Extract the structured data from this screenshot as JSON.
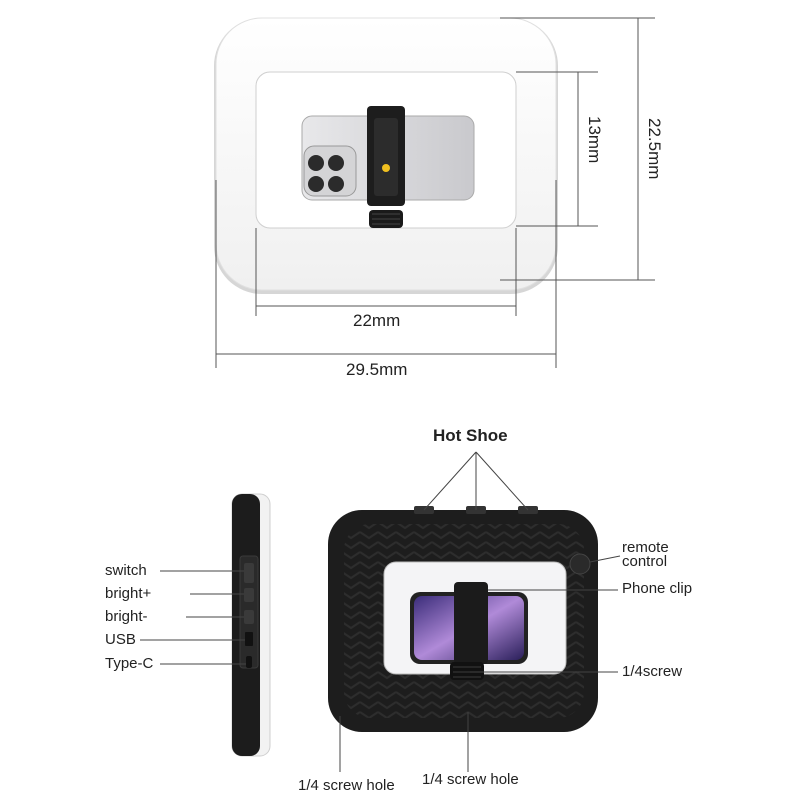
{
  "dimensions": {
    "inner_width": "22mm",
    "outer_width": "29.5mm",
    "inner_height": "13mm",
    "outer_height": "22.5mm"
  },
  "callouts": {
    "hot_shoe": "Hot Shoe",
    "switch": "switch",
    "bright_plus": "bright+",
    "bright_minus": "bright-",
    "usb": "USB",
    "type_c": "Type-C",
    "remote_control_line1": "remote",
    "remote_control_line2": "control",
    "phone_clip": "Phone clip",
    "quarter_screw": "1/4screw",
    "screw_hole_left": "1/4 screw hole",
    "screw_hole_right": "1/4 screw hole"
  },
  "colors": {
    "light_panel": "#f7f7f7",
    "light_shadow": "#d9d9d9",
    "frame_black": "#1e1e1e",
    "line": "#555555"
  }
}
